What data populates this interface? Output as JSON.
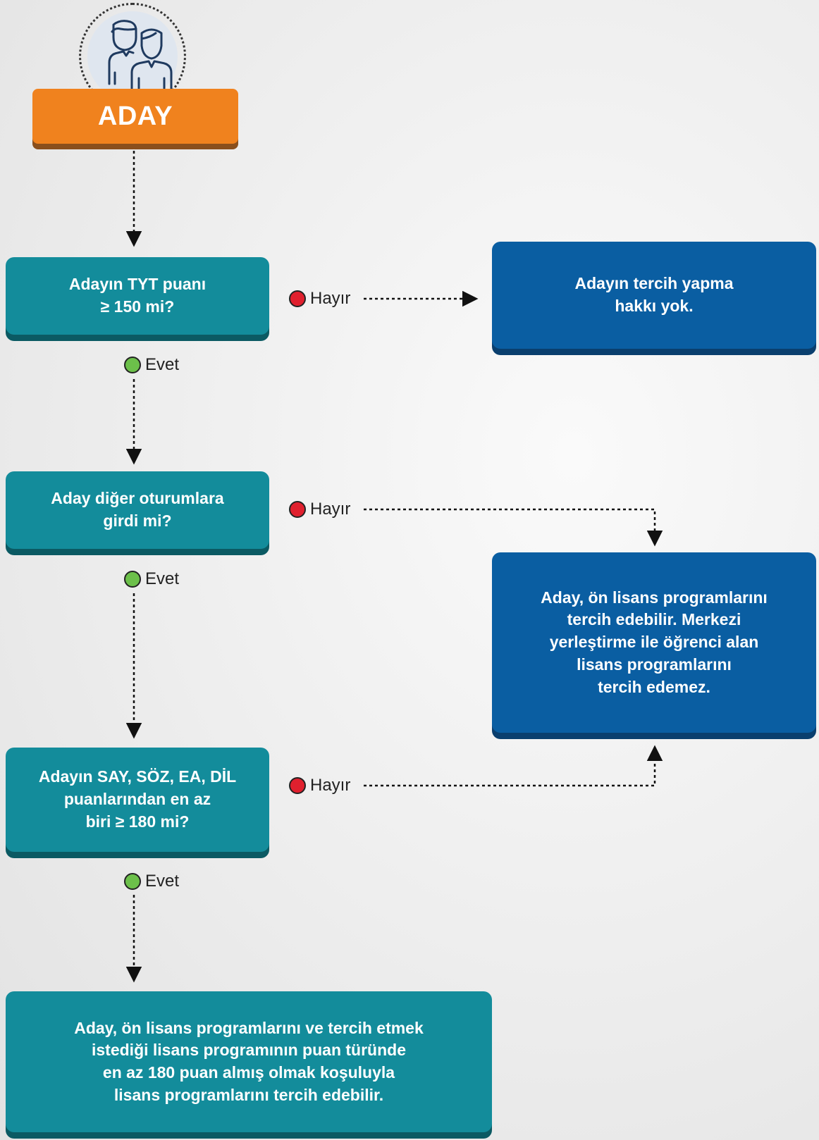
{
  "title": "ADAY",
  "icons": {
    "avatar": "people-icon",
    "yes_marker": "green-circle-icon",
    "no_marker": "red-circle-icon"
  },
  "colors": {
    "title_badge": "#f0821e",
    "decision_box": "#138c9b",
    "result_box": "#0a5ea2",
    "yes": "#6cc04a",
    "no": "#e0202e"
  },
  "nodes": {
    "q1": "Adayın TYT puanı\n≥ 150 mi?",
    "q2": "Aday diğer oturumlara\ngirdi mi?",
    "q3": "Adayın SAY, SÖZ, EA, DİL\npuanlarından en az\nbiri ≥  180 mi?",
    "r1": "Adayın tercih yapma\nhakkı yok.",
    "r2": "Aday, ön lisans programlarını\ntercih edebilir. Merkezi\nyerleştirme ile öğrenci alan\nlisans programlarını\ntercih edemez.",
    "final": "Aday, ön lisans programlarını ve tercih etmek\nistediği lisans programının puan türünde\nen az 180 puan almış olmak koşuluyla\nlisans programlarını tercih edebilir."
  },
  "edges": {
    "yes_label": "Evet",
    "no_label": "Hayır"
  }
}
